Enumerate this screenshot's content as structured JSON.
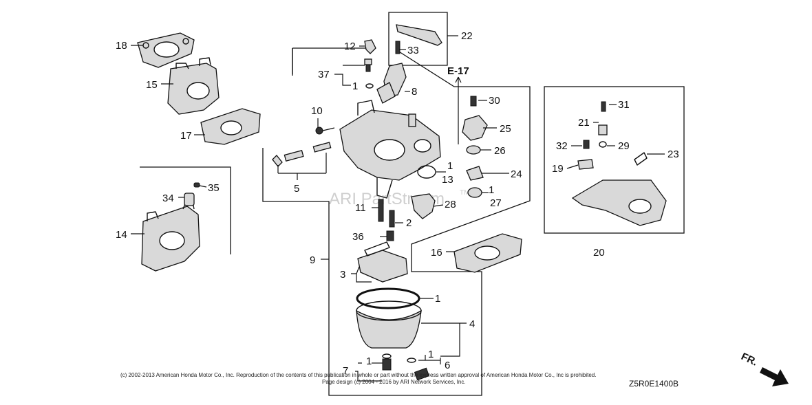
{
  "diagram": {
    "code": "Z5R0E1400B",
    "ref": "E-17",
    "watermark": "ARI PartStream",
    "watermark_tm": "TM",
    "fr_label": "FR.",
    "copyright_line1": "(c) 2002-2013 American Honda Motor Co., Inc. Reproduction of the contents of this publication in whole or part without the express written approval of American Honda Motor Co., Inc is prohibited.",
    "copyright_line2": "Page design (c) 2004 - 2016 by ARI Network Services, Inc.",
    "labels": {
      "l1a": "1",
      "l1b": "1",
      "l1c": "1",
      "l1d": "1",
      "l1e": "1",
      "l1f": "1",
      "l2": "2",
      "l3": "3",
      "l4": "4",
      "l5": "5",
      "l6": "6",
      "l7": "7",
      "l8": "8",
      "l9": "9",
      "l10": "10",
      "l11": "11",
      "l12": "12",
      "l13": "13",
      "l14": "14",
      "l15": "15",
      "l16": "16",
      "l17": "17",
      "l18": "18",
      "l19": "19",
      "l20": "20",
      "l21": "21",
      "l22": "22",
      "l23": "23",
      "l24": "24",
      "l25": "25",
      "l26": "26",
      "l27": "27",
      "l28": "28",
      "l29": "29",
      "l30": "30",
      "l31": "31",
      "l32": "32",
      "l33": "33",
      "l34": "34",
      "l35": "35",
      "l36": "36",
      "l37": "37"
    }
  }
}
